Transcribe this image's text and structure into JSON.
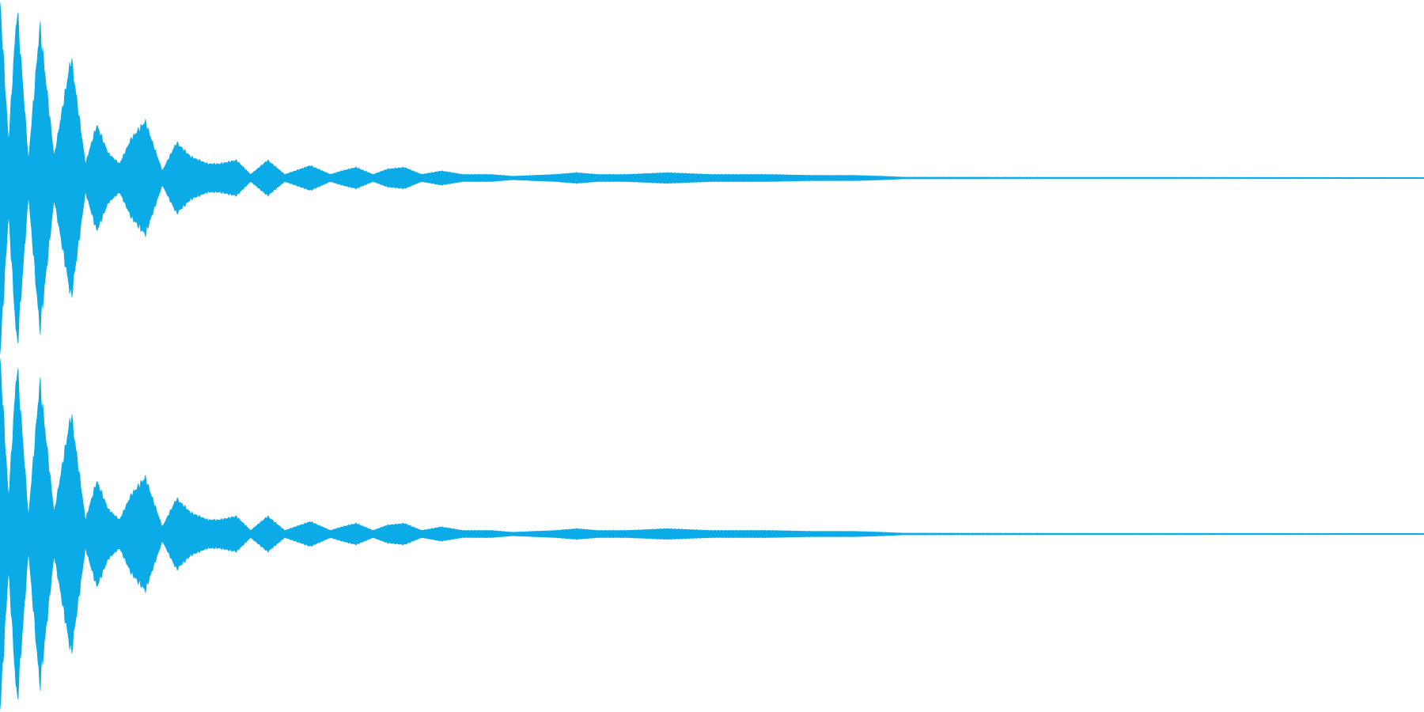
{
  "waveform": {
    "color": "#0aabe6",
    "background": "#ffffff",
    "channels": [
      {
        "name": "channel-1",
        "normalized_peak": 1.0,
        "envelope": [
          [
            0.0,
            1.0
          ],
          [
            0.006,
            0.2
          ],
          [
            0.012,
            0.96
          ],
          [
            0.02,
            0.1
          ],
          [
            0.028,
            0.86
          ],
          [
            0.038,
            0.12
          ],
          [
            0.05,
            0.68
          ],
          [
            0.06,
            0.08
          ],
          [
            0.068,
            0.3
          ],
          [
            0.076,
            0.14
          ],
          [
            0.084,
            0.08
          ],
          [
            0.092,
            0.22
          ],
          [
            0.102,
            0.32
          ],
          [
            0.114,
            0.04
          ],
          [
            0.124,
            0.2
          ],
          [
            0.134,
            0.12
          ],
          [
            0.146,
            0.08
          ],
          [
            0.154,
            0.08
          ],
          [
            0.166,
            0.1
          ],
          [
            0.176,
            0.02
          ],
          [
            0.188,
            0.1
          ],
          [
            0.2,
            0.02
          ],
          [
            0.218,
            0.07
          ],
          [
            0.232,
            0.02
          ],
          [
            0.24,
            0.04
          ],
          [
            0.25,
            0.06
          ],
          [
            0.262,
            0.02
          ],
          [
            0.272,
            0.05
          ],
          [
            0.284,
            0.06
          ],
          [
            0.296,
            0.02
          ],
          [
            0.31,
            0.04
          ],
          [
            0.325,
            0.02
          ],
          [
            0.345,
            0.02
          ],
          [
            0.36,
            0.01
          ],
          [
            0.39,
            0.02
          ],
          [
            0.405,
            0.03
          ],
          [
            0.42,
            0.02
          ],
          [
            0.44,
            0.02
          ],
          [
            0.468,
            0.03
          ],
          [
            0.5,
            0.02
          ],
          [
            0.54,
            0.02
          ],
          [
            0.57,
            0.015
          ],
          [
            0.6,
            0.015
          ],
          [
            0.62,
            0.01
          ],
          [
            0.634,
            0.005
          ],
          [
            1.0,
            0.003
          ]
        ]
      },
      {
        "name": "channel-2",
        "normalized_peak": 1.0,
        "envelope": [
          [
            0.0,
            1.0
          ],
          [
            0.006,
            0.2
          ],
          [
            0.012,
            0.96
          ],
          [
            0.02,
            0.1
          ],
          [
            0.028,
            0.86
          ],
          [
            0.038,
            0.12
          ],
          [
            0.05,
            0.68
          ],
          [
            0.06,
            0.08
          ],
          [
            0.068,
            0.3
          ],
          [
            0.076,
            0.14
          ],
          [
            0.084,
            0.08
          ],
          [
            0.092,
            0.22
          ],
          [
            0.102,
            0.32
          ],
          [
            0.114,
            0.04
          ],
          [
            0.124,
            0.2
          ],
          [
            0.134,
            0.12
          ],
          [
            0.146,
            0.08
          ],
          [
            0.154,
            0.08
          ],
          [
            0.166,
            0.1
          ],
          [
            0.176,
            0.02
          ],
          [
            0.188,
            0.1
          ],
          [
            0.2,
            0.02
          ],
          [
            0.218,
            0.07
          ],
          [
            0.232,
            0.02
          ],
          [
            0.24,
            0.04
          ],
          [
            0.25,
            0.06
          ],
          [
            0.262,
            0.02
          ],
          [
            0.272,
            0.05
          ],
          [
            0.284,
            0.06
          ],
          [
            0.296,
            0.02
          ],
          [
            0.31,
            0.04
          ],
          [
            0.325,
            0.02
          ],
          [
            0.345,
            0.02
          ],
          [
            0.36,
            0.01
          ],
          [
            0.39,
            0.02
          ],
          [
            0.405,
            0.03
          ],
          [
            0.42,
            0.02
          ],
          [
            0.44,
            0.02
          ],
          [
            0.468,
            0.03
          ],
          [
            0.5,
            0.02
          ],
          [
            0.54,
            0.02
          ],
          [
            0.57,
            0.015
          ],
          [
            0.6,
            0.015
          ],
          [
            0.62,
            0.01
          ],
          [
            0.634,
            0.005
          ],
          [
            1.0,
            0.003
          ]
        ]
      }
    ]
  }
}
